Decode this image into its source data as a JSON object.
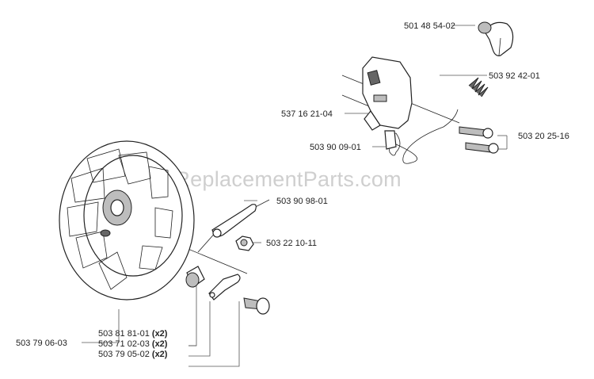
{
  "watermark": "eReplacementParts.com",
  "labels": [
    {
      "id": "501-48-54-02",
      "text": "501 48 54-02"
    },
    {
      "id": "503-92-42-01",
      "text": "503 92 42-01"
    },
    {
      "id": "537-16-21-04",
      "text": "537 16 21-04"
    },
    {
      "id": "503-20-25-16",
      "text": "503 20 25-16"
    },
    {
      "id": "503-90-09-01",
      "text": "503 90 09-01"
    },
    {
      "id": "503-90-98-01",
      "text": "503 90 98-01"
    },
    {
      "id": "503-22-10-11",
      "text": "503 22 10-11"
    },
    {
      "id": "503-79-06-03",
      "text": "503 79 06-03"
    },
    {
      "id": "503-81-81-01",
      "text": "503 81 81-01",
      "qty": "(x2)"
    },
    {
      "id": "503-71-02-03",
      "text": "503 71 02-03",
      "qty": "(x2)"
    },
    {
      "id": "503-79-05-02",
      "text": "503 79 05-02",
      "qty": "(x2)"
    }
  ]
}
